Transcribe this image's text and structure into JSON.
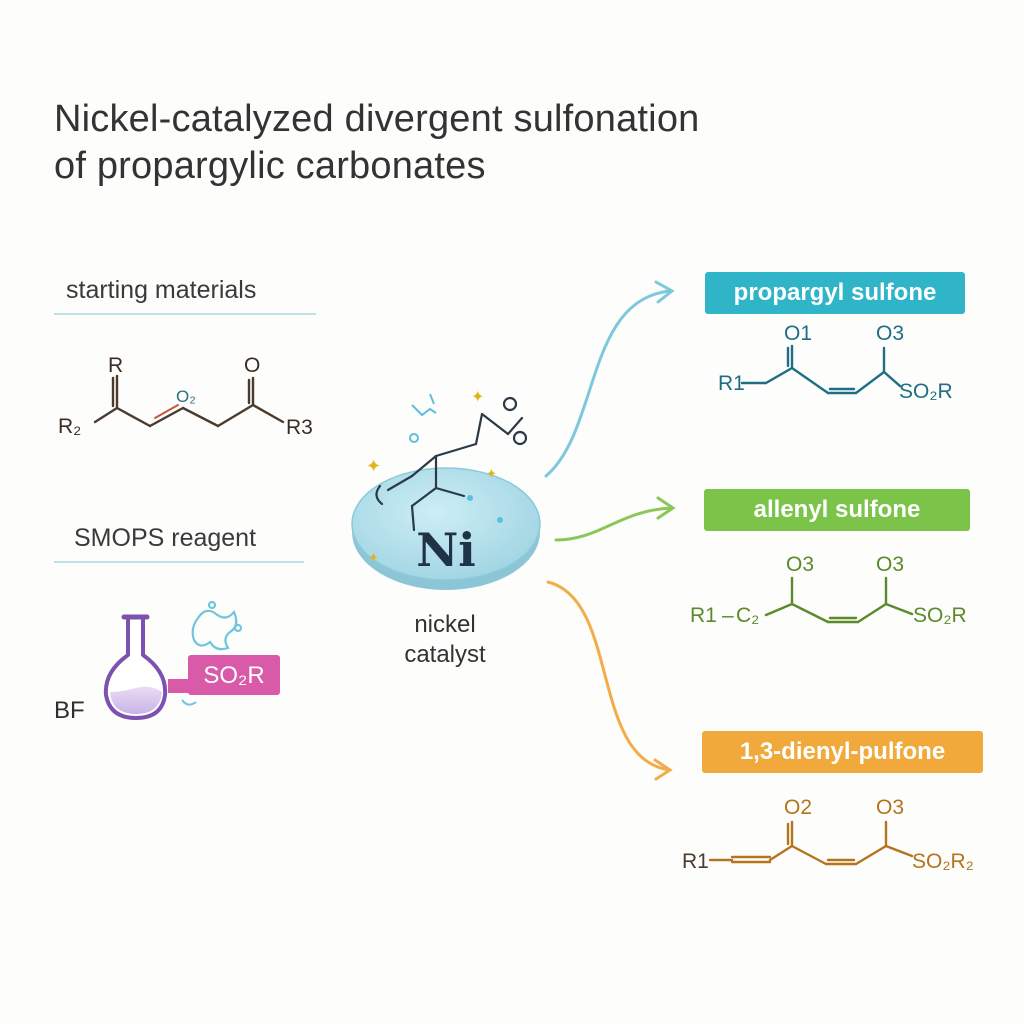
{
  "title": {
    "line1": "Nickel-catalyzed divergent sulfonation",
    "line2": "of propargylic carbonates"
  },
  "starting_materials": {
    "label": "starting materials",
    "atoms": {
      "r_top": "R",
      "r_left": "R₂",
      "o_mid": "O₂",
      "o_top": "O",
      "r_right": "R3"
    }
  },
  "smops": {
    "label": "SMOPS reagent",
    "tag": "SO₂R",
    "bf_label": "BF"
  },
  "catalyst": {
    "symbol": "Ni",
    "label_line1": "nickel",
    "label_line2": "catalyst"
  },
  "products": [
    {
      "name": "propargyl sulfone",
      "color": "#2fb4c8",
      "ink": "#1f6e86",
      "atoms": {
        "o1": "O1",
        "o2": "O3",
        "r1": "R1",
        "so2r": "SO₂R"
      }
    },
    {
      "name": "allenyl sulfone",
      "color": "#7cc34a",
      "ink": "#5b8a2a",
      "atoms": {
        "o1": "O3",
        "o2": "O3",
        "r1": "R1",
        "c": "C₂",
        "so2r": "SO₂R"
      }
    },
    {
      "name": "1,3-dienyl-pulfone",
      "color": "#f2a93b",
      "ink": "#b5731d",
      "atoms": {
        "o1": "O2",
        "o2": "O3",
        "r1": "R1",
        "so2r": "SO₂R₂"
      }
    }
  ],
  "colors": {
    "ni_disc": "#a9dce8",
    "ni_disc_edge": "#7fc3d5",
    "smops_tag": "#d85aa8",
    "flask": "#8a63b8",
    "arrow_blue": "#7fc7dc",
    "arrow_green": "#8cc658",
    "arrow_orange": "#f2ad4a"
  }
}
